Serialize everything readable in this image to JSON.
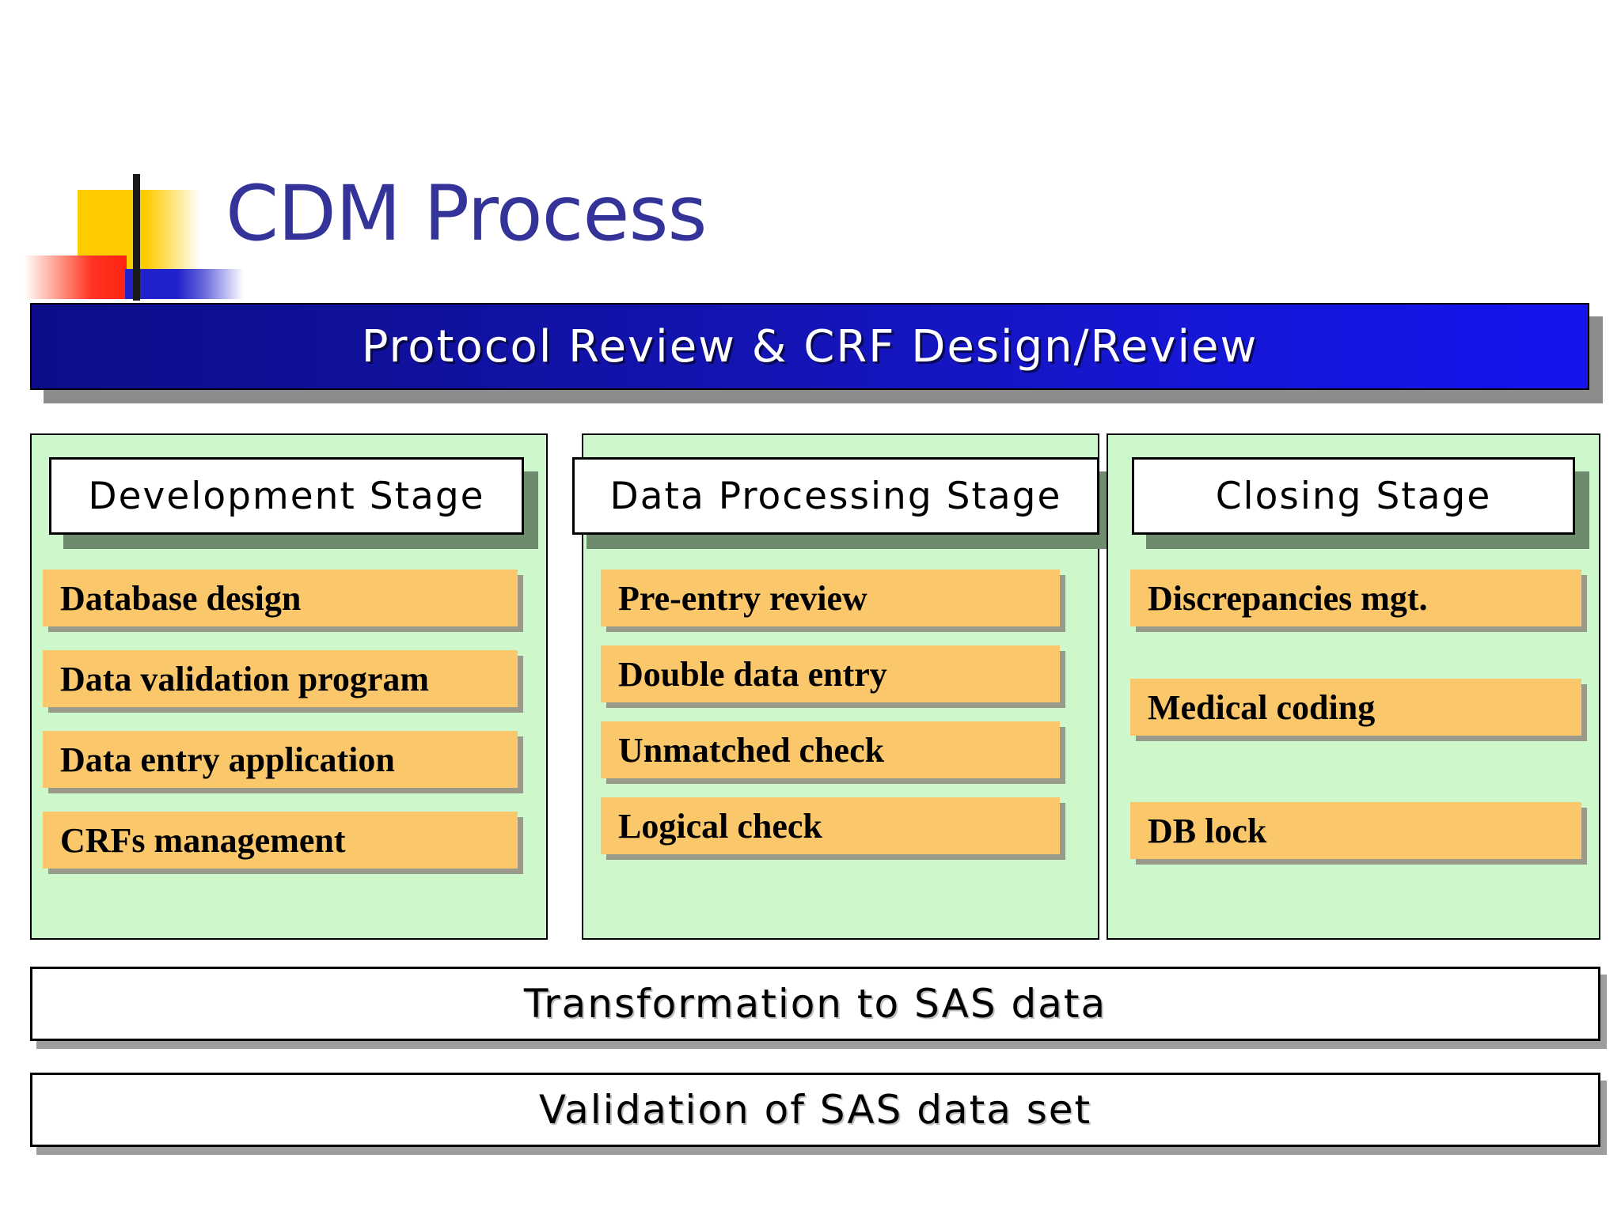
{
  "slide": {
    "title": "CDM Process",
    "banner_text": "Protocol Review & CRF Design/Review",
    "colors": {
      "title_blue": "#333399",
      "banner_dark": "#0d0d8a",
      "banner_light": "#1414f0",
      "panel_green": "#CCF8CC",
      "chip_orange": "#FBC76B",
      "header_shadow": "#6E8B6E",
      "logo_yellow": "#FFCC00",
      "logo_red": "#FF2211",
      "logo_blue": "#2222CC",
      "logo_bar": "#1a1a1a"
    }
  },
  "stages": [
    {
      "header": "Development Stage",
      "items": [
        "Database design",
        "Data validation program",
        "Data entry application",
        "CRFs management"
      ]
    },
    {
      "header": "Data Processing Stage",
      "items": [
        "Pre-entry review",
        "Double data entry",
        "Unmatched check",
        "Logical check"
      ]
    },
    {
      "header": "Closing Stage",
      "items": [
        "Discrepancies mgt.",
        "Medical coding",
        "DB lock"
      ]
    }
  ],
  "footers": [
    "Transformation to SAS data",
    "Validation of SAS data set"
  ]
}
